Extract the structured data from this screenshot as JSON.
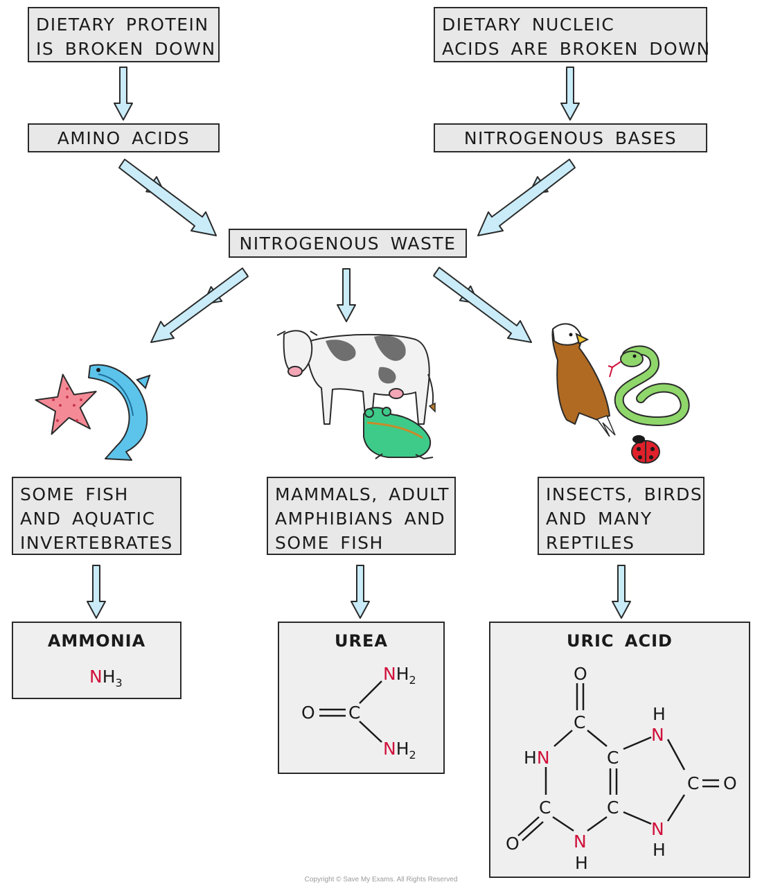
{
  "top": {
    "protein_box": [
      "DIETARY PROTEIN",
      "IS BROKEN DOWN"
    ],
    "nucleic_box": [
      "DIETARY NUCLEIC",
      "ACIDS ARE BROKEN DOWN"
    ],
    "amino_acids": "AMINO ACIDS",
    "nitrogenous_bases": "NITROGENOUS BASES",
    "nitrogenous_waste": "NITROGENOUS WASTE"
  },
  "groups": {
    "aquatic": [
      "SOME FISH",
      "AND AQUATIC",
      "INVERTEBRATES"
    ],
    "mammals": [
      "MAMMALS, ADULT",
      "AMPHIBIANS AND",
      "SOME FISH"
    ],
    "insects": [
      "INSECTS, BIRDS",
      "AND MANY",
      "REPTILES"
    ]
  },
  "results": {
    "ammonia": {
      "title": "AMMONIA",
      "formula_n": "N",
      "formula_h": "H",
      "formula_sub": "3"
    },
    "urea": {
      "title": "UREA",
      "atoms": {
        "o": "O",
        "c": "C",
        "n": "N",
        "h": "H",
        "sub2": "2"
      }
    },
    "uric_acid": {
      "title": "URIC ACID",
      "atoms": {
        "o": "O",
        "c": "C",
        "n": "N",
        "h": "H"
      }
    }
  },
  "colors": {
    "arrow_fill": "#c9ecf8",
    "arrow_stroke": "#2a2a2a",
    "box_fill": "#e8e8e8",
    "nitrogen": "#d0103a"
  },
  "icons": [
    "starfish-icon",
    "fish-icon",
    "cow-icon",
    "frog-icon",
    "eagle-icon",
    "snake-icon",
    "ladybird-icon"
  ],
  "copyright": "Copyright © Save My Exams. All Rights Reserved"
}
